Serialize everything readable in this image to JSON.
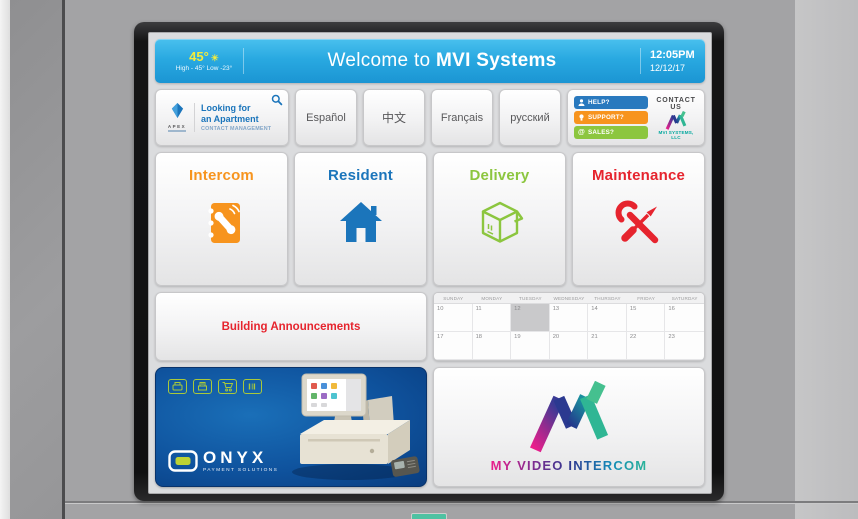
{
  "header": {
    "temp": "45°",
    "high_low": "High - 45° Low -23°",
    "title_regular": "Welcome to ",
    "title_bold": "MVI Systems",
    "time": "12:05PM",
    "date": "12/12/17",
    "bar_color": "#29a9e1"
  },
  "quick_row": {
    "apartment": {
      "brand": "APEX",
      "line1": "Looking for",
      "line2": "an Apartment",
      "sub": "CONTACT MANAGEMENT"
    },
    "languages": [
      {
        "label": "Español"
      },
      {
        "label": "中文"
      },
      {
        "label": "Français"
      },
      {
        "label": "русский"
      }
    ],
    "contact": {
      "pills": [
        {
          "label": "HELP?",
          "color": "#2979be",
          "icon": "person-icon"
        },
        {
          "label": "SUPPORT?",
          "color": "#f7941e",
          "icon": "lightbulb-icon"
        },
        {
          "label": "SALES?",
          "color": "#8cc63f",
          "icon": "at-icon",
          "at_glyph": "@"
        }
      ],
      "contact_us": "CONTACT US",
      "company": "MVI SYSTEMS, LLC"
    }
  },
  "main_tiles": [
    {
      "label": "Intercom",
      "color": "#f7941e",
      "icon": "contact-book-phone-icon"
    },
    {
      "label": "Resident",
      "color": "#1b75bb",
      "icon": "house-icon"
    },
    {
      "label": "Delivery",
      "color": "#8cc63f",
      "icon": "package-box-icon"
    },
    {
      "label": "Maintenance",
      "color": "#e6242e",
      "icon": "wrench-screwdriver-icon"
    }
  ],
  "announcements": {
    "label": "Building Announcements",
    "color": "#e6242e"
  },
  "calendar": {
    "day_headers": [
      "SUNDAY",
      "MONDAY",
      "TUESDAY",
      "WEDNESDAY",
      "THURSDAY",
      "FRIDAY",
      "SATURDAY"
    ],
    "weeks": [
      [
        "10",
        "11",
        "12",
        "13",
        "14",
        "15",
        "16"
      ],
      [
        "17",
        "18",
        "19",
        "20",
        "21",
        "22",
        "23"
      ]
    ],
    "selected_day": "12"
  },
  "onyx": {
    "name": "ONYX",
    "tagline": "PAYMENT SOLUTIONS",
    "accent_color": "#a9c93a",
    "background_color": "#0f539e"
  },
  "mvi": {
    "wordmark": "MY VIDEO INTERCOM"
  }
}
